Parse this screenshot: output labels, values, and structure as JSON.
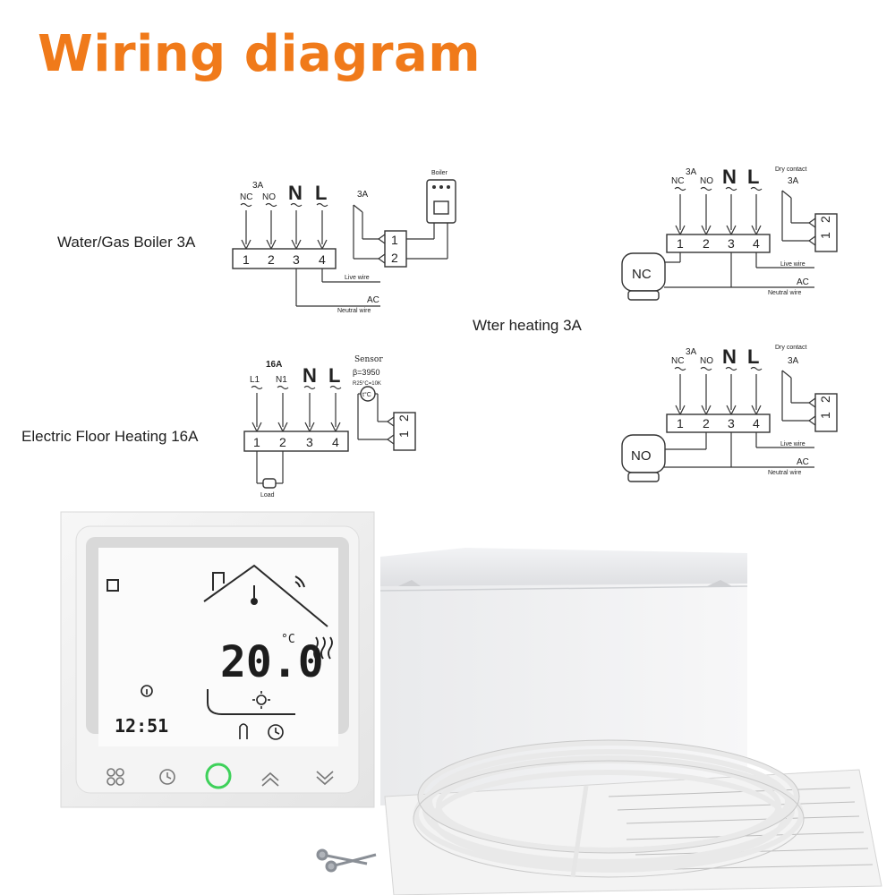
{
  "title": "Wiring diagram",
  "captions": {
    "boiler": "Water/Gas Boiler 3A",
    "water_heating": "Wter heating 3A",
    "floor": "Electric  Floor Heating 16A"
  },
  "boiler_diagram": {
    "terminals": [
      "1",
      "2",
      "3",
      "4"
    ],
    "top_labels": [
      "NC",
      "3A",
      "NO",
      "N",
      "L"
    ],
    "relay_label": "3A",
    "relay_terminals": [
      "1",
      "2"
    ],
    "device": "Boiler",
    "live": "Live wire",
    "ac": "AC",
    "neutral": "Neutral wire"
  },
  "nc_diagram": {
    "terminals": [
      "1",
      "2",
      "3",
      "4"
    ],
    "top_labels": [
      "NC",
      "3A",
      "NO",
      "N",
      "L"
    ],
    "dry": "Dry contact",
    "relay_label": "3A",
    "relay_terminals": [
      "1",
      "2"
    ],
    "valve": "NC",
    "live": "Live wire",
    "ac": "AC",
    "neutral": "Neutral wire"
  },
  "floor_diagram": {
    "terminals": [
      "1",
      "2",
      "3",
      "4"
    ],
    "top_labels": [
      "16A",
      "L1",
      "N1",
      "N",
      "L"
    ],
    "sensor": "Sensor",
    "beta": "β=3950",
    "r25": "R25°C=10K",
    "sensor_unit": "t°C",
    "relay_terminals": [
      "1",
      "2"
    ],
    "load": "Load"
  },
  "no_diagram": {
    "terminals": [
      "1",
      "2",
      "3",
      "4"
    ],
    "top_labels": [
      "NC",
      "3A",
      "NO",
      "N",
      "L"
    ],
    "dry": "Dry contact",
    "relay_label": "3A",
    "relay_terminals": [
      "1",
      "2"
    ],
    "valve": "NO",
    "live": "Live wire",
    "ac": "AC",
    "neutral": "Neutral wire"
  },
  "thermostat": {
    "temperature": "20.0",
    "unit": "°C",
    "clock": "12:51"
  }
}
